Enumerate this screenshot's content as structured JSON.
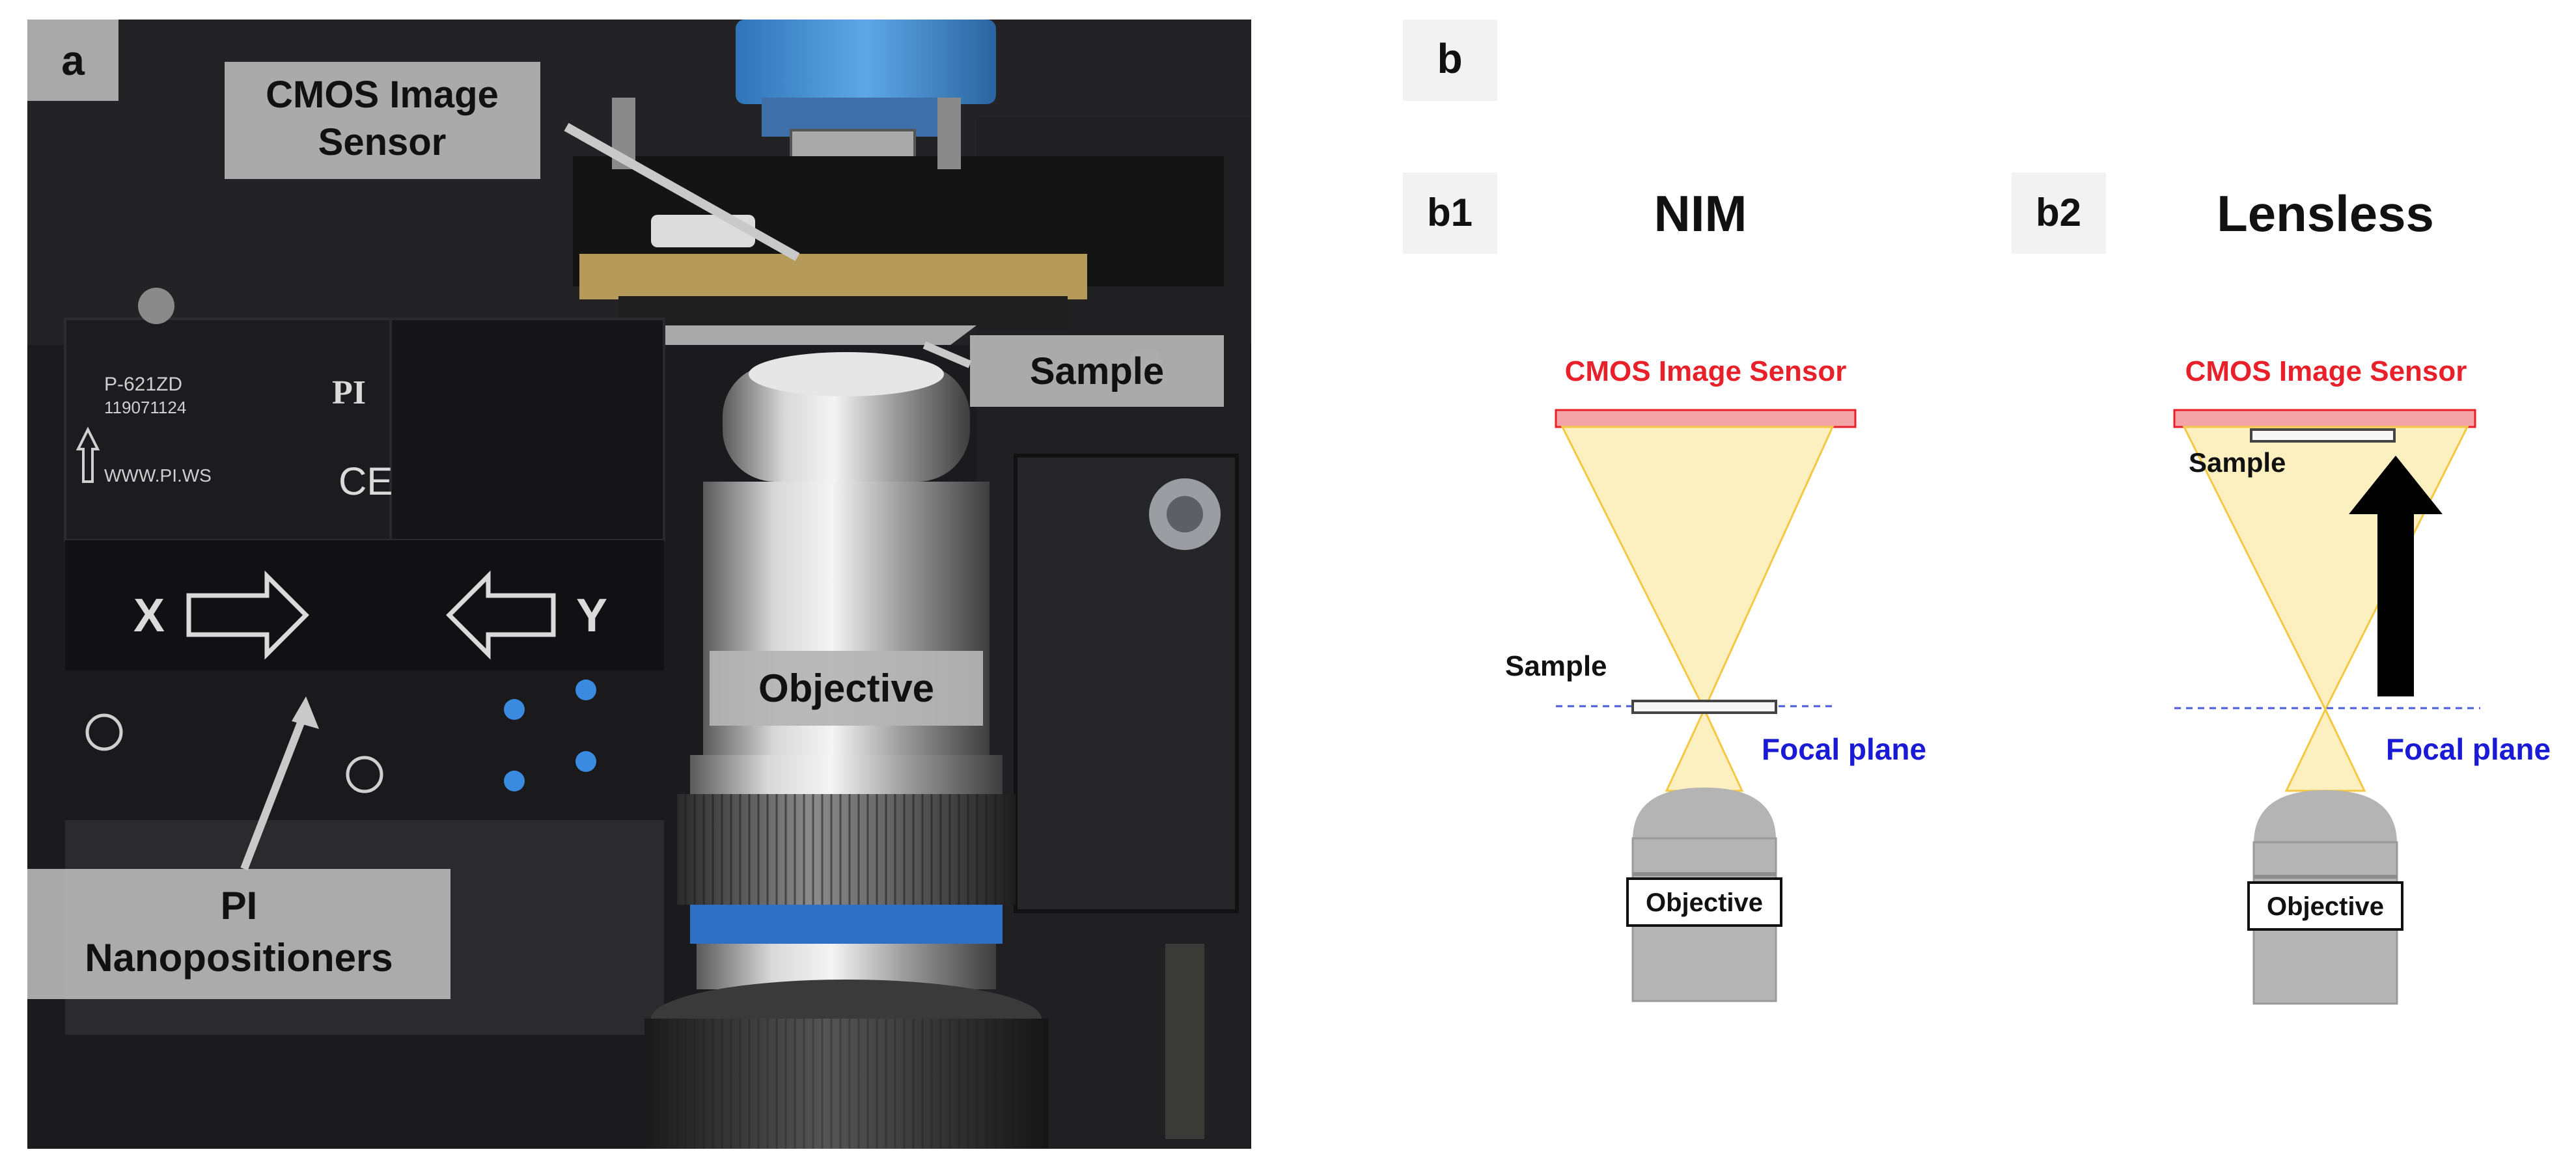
{
  "panel_a": {
    "tag": "a",
    "labels": {
      "cmos_line1": "CMOS Image",
      "cmos_line2": "Sensor",
      "sample": "Sample",
      "objective": "Objective",
      "pi_line1": "PI",
      "pi_line2": "Nanopositioners"
    },
    "device_markings": {
      "brand": "PI",
      "ce_mark": "CE",
      "part_number": "P-621ZD",
      "serial": "119071124",
      "site": "WWW.PI.WS",
      "axis_x": "X",
      "axis_y": "Y"
    }
  },
  "panel_b": {
    "tag": "b",
    "b1": {
      "tag": "b1",
      "title": "NIM",
      "sensor_label": "CMOS Image Sensor",
      "sample_label": "Sample",
      "focal_label": "Focal plane",
      "objective_label": "Objective"
    },
    "b2": {
      "tag": "b2",
      "title": "Lensless",
      "sensor_label": "CMOS Image Sensor",
      "sample_label": "Sample",
      "focal_label": "Focal plane",
      "objective_label": "Objective"
    }
  },
  "colors": {
    "sensor_text": "#e8202a",
    "sensor_fill": "#f4a3a6",
    "focal_text": "#1a1ad6",
    "light_cone": "#fdf0c0",
    "objective_body": "#b4b4b4"
  }
}
